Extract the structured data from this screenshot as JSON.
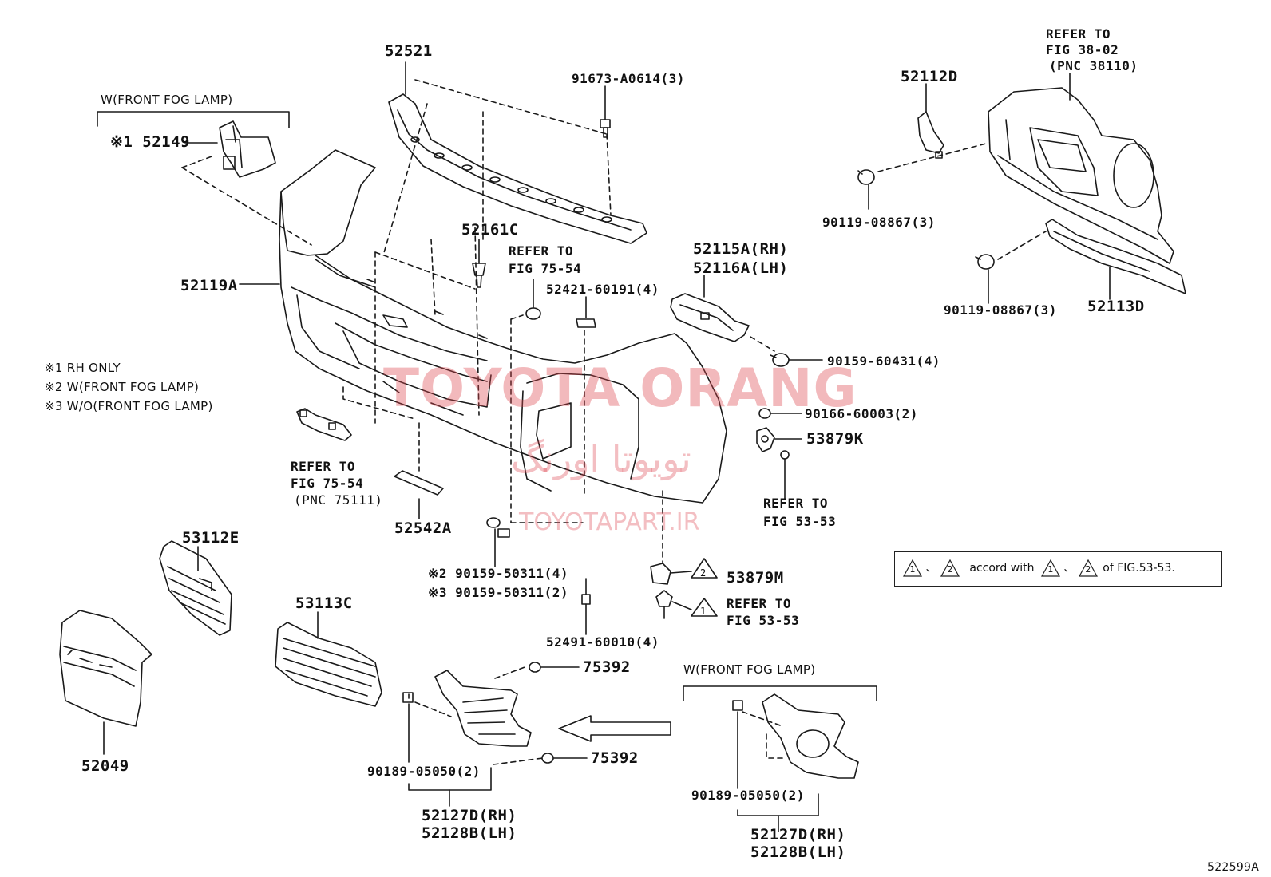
{
  "watermark": {
    "brand": "TOYOTA ORANG",
    "persian": "تویوتا اورنگ",
    "site": "TOYOTAPART.IR"
  },
  "figure_id": "522599A",
  "notes": {
    "n1": "※1 RH ONLY",
    "n2": "※2 W(FRONT FOG LAMP)",
    "n3": "※3 W/O(FRONT FOG LAMP)"
  },
  "group_headers": {
    "fog_top": "W(FRONT FOG LAMP)",
    "fog_bottom": "W(FRONT FOG LAMP)"
  },
  "legend": {
    "t1": "1",
    "t2": "2",
    "sep": "、",
    "mid": "accord with",
    "tail": "of FIG.53-53."
  },
  "triangle_markers": {
    "a": "2",
    "b": "1"
  },
  "parts": {
    "p52521": "52521",
    "p91673": "91673-A0614(3)",
    "p52149": "※1 52149",
    "p52161c": "52161C",
    "ref7554_a1": "REFER TO",
    "ref7554_a2": "FIG 75-54",
    "p52421": "52421-60191(4)",
    "p52119a": "52119A",
    "p52115a": "52115A(RH)",
    "p52116a": "52116A(LH)",
    "p90159_431": "90159-60431(4)",
    "p90166": "90166-60003(2)",
    "p53879k": "53879K",
    "ref5353_a1": "REFER TO",
    "ref5353_a2": "FIG 53-53",
    "ref7554_b1": "REFER TO",
    "ref7554_b2": "FIG 75-54",
    "ref7554_b3": "(PNC 75111)",
    "p52542a": "52542A",
    "p90159_311a": "※2 90159-50311(4)",
    "p90159_311b": "※3 90159-50311(2)",
    "p52491": "52491-60010(4)",
    "p53879m": "53879M",
    "ref5353_b1": "REFER TO",
    "ref5353_b2": "FIG 53-53",
    "ref3802_1": "REFER TO",
    "ref3802_2": "FIG 38-02",
    "ref3802_3": "(PNC 38110)",
    "p52112d": "52112D",
    "p90119_a": "90119-08867(3)",
    "p90119_b": "90119-08867(3)",
    "p52113d": "52113D",
    "p53112e": "53112E",
    "p53113c": "53113C",
    "p52049": "52049",
    "p75392_a": "75392",
    "p75392_b": "75392",
    "p90189_a": "90189-05050(2)",
    "p52127d_a": "52127D(RH)",
    "p52128b_a": "52128B(LH)",
    "p90189_b": "90189-05050(2)",
    "p52127d_b": "52127D(RH)",
    "p52128b_b": "52128B(LH)"
  }
}
